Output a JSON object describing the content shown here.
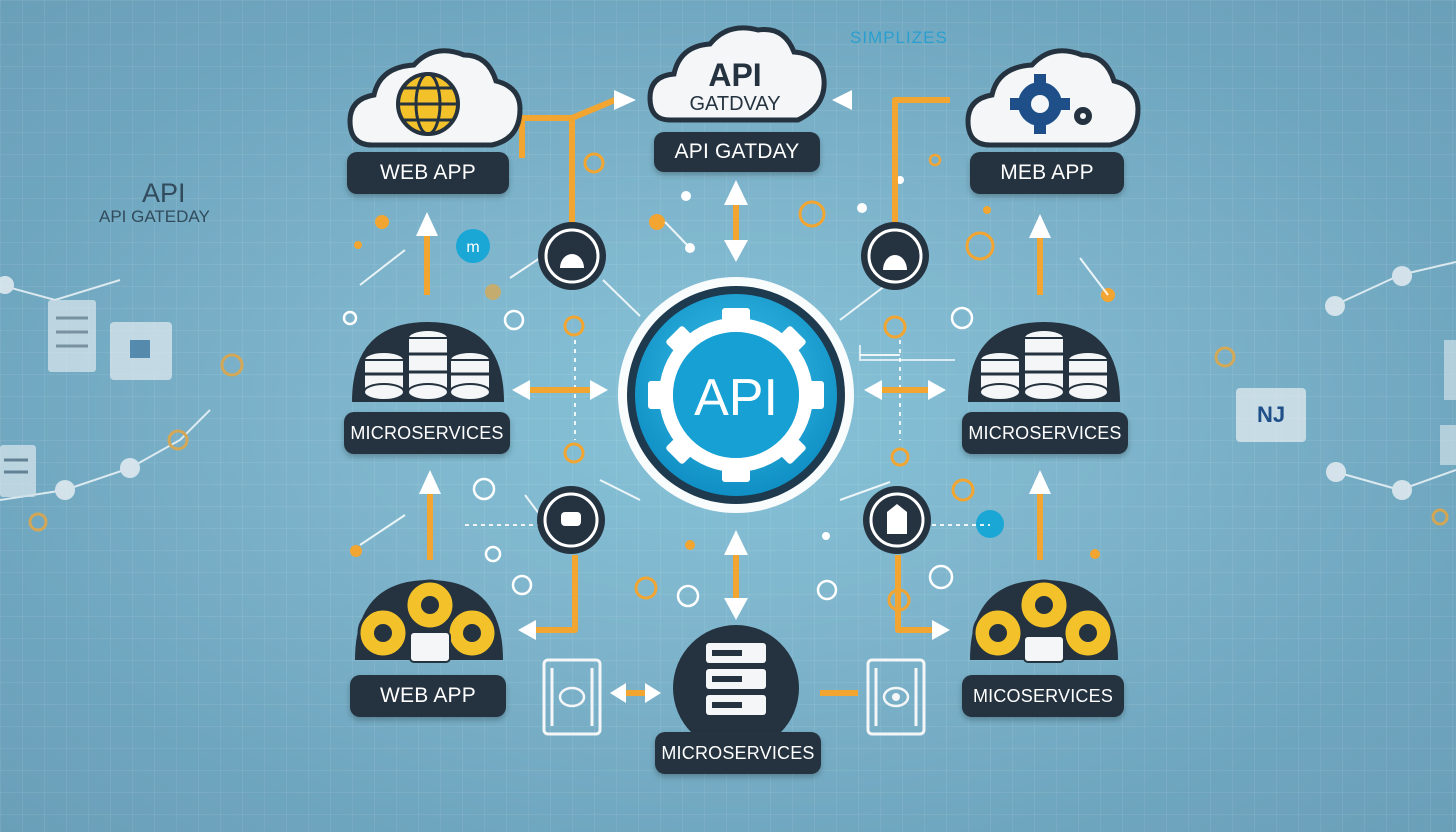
{
  "colors": {
    "background": "#7fb6cd",
    "node_dark": "#253340",
    "accent_orange": "#f2a531",
    "hub_blue": "#1aa7d6",
    "gear_yellow": "#f3c12a",
    "cloud_white": "#f4f6f8"
  },
  "header": {
    "simplifies": "SIMPLIZES",
    "gateway_cloud_line1": "API",
    "gateway_cloud_line2": "GATDVAY",
    "gateway_label": "API GATDAY"
  },
  "side_text": {
    "line1": "API",
    "line2": "API GATEDAY"
  },
  "hub": {
    "label": "API",
    "icon": "gear-icon"
  },
  "nodes": {
    "top_left": {
      "label": "WEB APP",
      "icon": "globe-icon"
    },
    "top_right": {
      "label": "MEB APP",
      "icon": "gear-icon"
    },
    "mid_left": {
      "label": "MICROSERVICES",
      "icon": "database-icon"
    },
    "mid_right": {
      "label": "MICROSERVICES",
      "icon": "database-icon"
    },
    "bottom_left": {
      "label": "WEB APP",
      "icon": "gears-icon"
    },
    "bottom_right": {
      "label": "MICOSERVICES",
      "icon": "gears-icon"
    },
    "bottom_center": {
      "label": "MICROSERVICES",
      "icon": "server-icon"
    }
  },
  "side_badges": {
    "left": "",
    "right": "NJ"
  }
}
